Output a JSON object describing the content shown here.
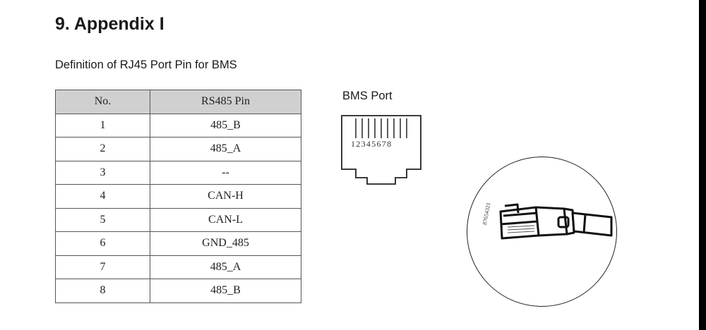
{
  "heading": "9. Appendix I",
  "subheading": "Definition of RJ45 Port Pin for BMS",
  "table": {
    "headers": [
      "No.",
      "RS485 Pin"
    ],
    "rows": [
      [
        "1",
        "485_B"
      ],
      [
        "2",
        "485_A"
      ],
      [
        "3",
        "--"
      ],
      [
        "4",
        "CAN-H"
      ],
      [
        "5",
        "CAN-L"
      ],
      [
        "6",
        "GND_485"
      ],
      [
        "7",
        "485_A"
      ],
      [
        "8",
        "485_B"
      ]
    ]
  },
  "port": {
    "label": "BMS Port",
    "pin_numbers": "12345678"
  },
  "plug": {
    "pin_numbers": "87654321"
  }
}
